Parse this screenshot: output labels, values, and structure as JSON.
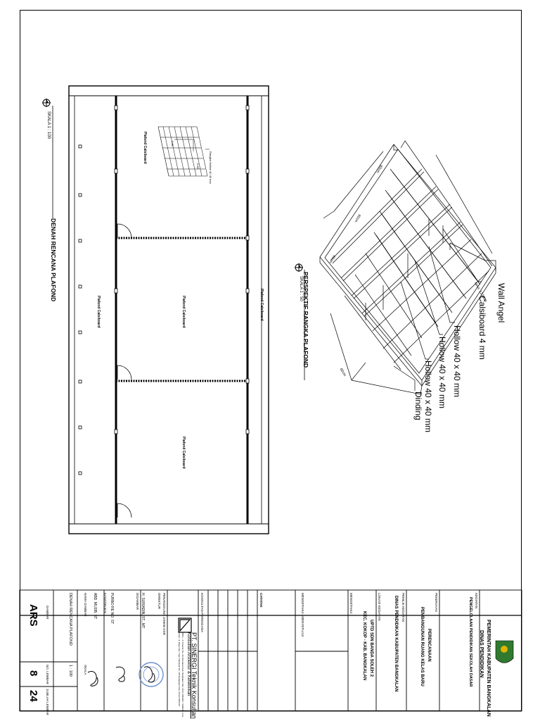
{
  "plan": {
    "title": "DENAH RENCANA PLAFOND",
    "scale": "SKALA   1 : 100",
    "room_labels": [
      "Plafond Calsiboard",
      "Plafond Calsiboard",
      "Plafond Calsiboard",
      "Plafond Calsiboard",
      "Plafond Calsiboard"
    ],
    "detail_note": "Rangka Hollow 40 40 mm",
    "dim_a": "0.60",
    "dim_b": "0.60"
  },
  "perspective": {
    "title": "PERSPEKTIF RANGKA PLAFOND",
    "scale": "SKALA   1 : 50",
    "callouts": [
      "Wall Angel",
      "Calsiboard 4 mm",
      "Hollow  40 x 40 mm",
      "Hollow  40 x 40 mm",
      "Hollow  40 x 40 mm",
      "Dinding"
    ],
    "dimensions": [
      "60cm",
      "60cm",
      "60cm",
      "60cm",
      "MAX. 1220cm"
    ]
  },
  "title_block": {
    "owner_1": "PEMERINTAH  KABUPATEN  BANGKALAN",
    "owner_2": "DINAS  PENDIDIKAN",
    "kegiatan_label": "KEGIATAN",
    "kegiatan": "PENGELOLAAN PENDIDIKAN SEKOLAH DASAR",
    "pekerjaan_label": "PEKERJAAN",
    "pekerjaan_1": "PERENCANAAN",
    "pekerjaan_2": "PEMBANGUNAN RUANG KELAS BARU",
    "pemilik_label": "PEMILIK KEGIATAN",
    "pemilik": "DINAS PENDIDIKAN KABUPATEN BANGKALAN",
    "lokasi_label": "LOKASI KEGIATAN",
    "lokasi_1": "UPTD  SDN BANDA SOLEH 2",
    "lokasi_2": "KEC. KOKOP - KAB. BANGKALAN",
    "mengetahui_label": "MENGETAHUI",
    "mengetahui_menyetujui_label": "MENGETAHUI / MENYETUJUI",
    "catatan_label": "CATATAN",
    "konsultan_label": "KONSULTAN PERENCANA",
    "konsultan_name": "PT.  SINERGI Teknik Konsultan",
    "konsultan_sub": "Konsultan Arsitektur & Keteknikan",
    "konsultan_addr": "Office : Jl. Kinanan No. 2A Kelurahan Kab. Bangkalan Telp. (031) 3094921 / 3090211 / Fax",
    "konsultan_addr2": "Email : Jl. Raya Pati / Tugu Pahlawan No. 186 Bangkalan Telp. (0313) 5680-50",
    "pj_label": "PENANGGUNG JAWAB  GSR",
    "direktur_label": "DIREKTUR",
    "direktur": "H. SURIADIN, ST., MT",
    "digambar_label": "DIGAMBAR",
    "digambar": "PURBO RE NO. ST",
    "konstruksi_label": "KONSTRUKSI",
    "konstruksi": "ABD. MUJIB, ST",
    "nama_gambar_label": "NAMA GAMBAR",
    "nama_gambar": "DENAH RENCANA PLAFOND",
    "skala_label": "SKALA",
    "skala": "1 : 100",
    "gambar_label": "GAMBAR",
    "gambar": "ARS",
    "no_lembar_label": "NO. LEMBAR",
    "no_lembar": "8",
    "jumlah_label": "JUMLAH LEMBAR",
    "jumlah": "24"
  }
}
